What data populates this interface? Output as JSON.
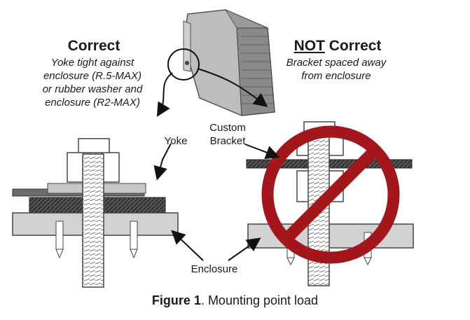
{
  "correct": {
    "heading": "Correct",
    "desc_line1": "Yoke tight against",
    "desc_line2": "enclosure (R.5-MAX)",
    "desc_line3": "or rubber washer and",
    "desc_line4": "enclosure (R2-MAX)"
  },
  "not_correct": {
    "heading_not": "NOT",
    "heading_rest": " Correct",
    "desc_line1": "Bracket spaced away",
    "desc_line2": "from enclosure"
  },
  "labels": {
    "yoke": "Yoke",
    "custom_bracket_line1": "Custom",
    "custom_bracket_line2": "Bracket",
    "enclosure": "Enclosure"
  },
  "caption": {
    "bold": "Figure 1",
    "rest": ". Mounting point load"
  },
  "colors": {
    "prohibition_red": "#a3161c",
    "metal_gray": "#c8c8c8",
    "dark_gray": "#3a3a3a"
  },
  "icons": {
    "speaker": "speaker-cabinet-icon",
    "prohibition": "prohibition-sign-icon"
  }
}
